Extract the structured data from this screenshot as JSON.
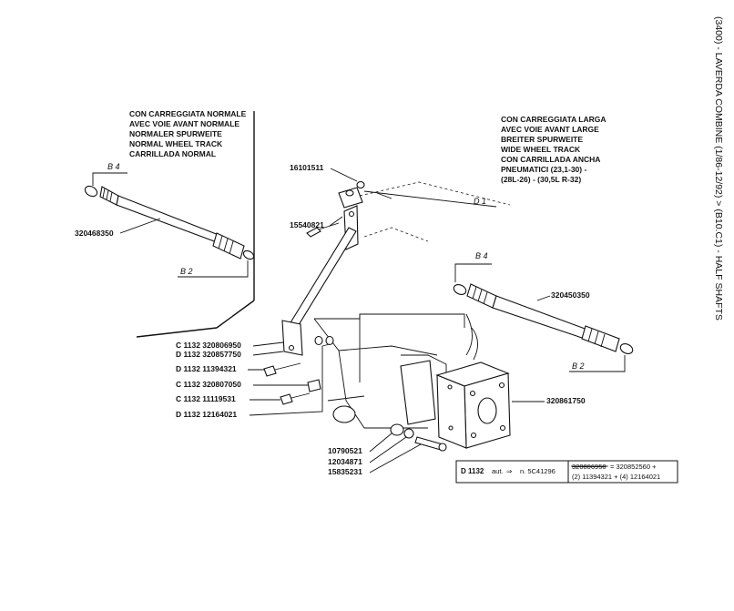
{
  "side_title": "(3400) - LAVERDA COMBINE (1/86-12/92) > (B10.C1) - HALF SHAFTS",
  "normal_header": [
    "CON CARREGGIATA NORMALE",
    "AVEC VOIE AVANT NORMALE",
    "NORMALER SPURWEITE",
    "NORMAL WHEEL TRACK",
    "CARRILLADA NORMAL"
  ],
  "wide_header": [
    "CON CARREGGIATA LARGA",
    "AVEC VOIE AVANT LARGE",
    "BREITER SPURWEITE",
    "WIDE WHEEL TRACK",
    "CON CARRILLADA ANCHA",
    "PNEUMATICI (23,1-30) -",
    "(28L-26) - (30,5L R-32)"
  ],
  "refs": {
    "b4_left": "B 4",
    "b2_left": "B 2",
    "d1": "D 1",
    "b4_right": "B 4",
    "b2_right": "B 2"
  },
  "parts": {
    "shaft_normal": "320468350",
    "shaft_wide": "320450350",
    "p16101511": "16101511",
    "p15540821": "15540821",
    "c1132_a": "C 1132  320806950",
    "d1132_a": "D 1132  320857750",
    "d1132_b": "D  1132  11394321",
    "c1132_b": "C  1132  320807050",
    "c1132_c": "C  1132  11119531",
    "d1132_c": "D  1132  12164021",
    "flange": "320861750",
    "p10790521": "10790521",
    "p12034871": "12034871",
    "p15835231": "15835231"
  },
  "note_table": {
    "code": "D 1132",
    "aut": "aut.",
    "arrow": "⇒",
    "serial": "n. 5C41296",
    "struck": "320806950",
    "replacement": "= 320852560 +",
    "line2": "(2) 11394321 + (4) 12164021"
  }
}
